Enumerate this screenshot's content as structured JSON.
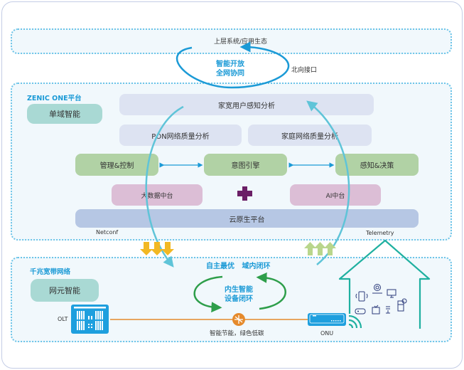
{
  "diagram": {
    "top_layer": {
      "label": "上层系统/应用生态"
    },
    "northbound": {
      "loop_text_line1": "智能开放",
      "loop_text_line2": "全网协同",
      "interface_label": "北向接口"
    },
    "platform": {
      "title": "ZENIC ONE平台",
      "badge": "单域智能",
      "analysis": {
        "user_perception": "家宽用户感知分析",
        "pon_quality": "PON网络质量分析",
        "home_quality": "家庭网络质量分析"
      },
      "engines": {
        "manage_control": "管理&控制",
        "intent_engine": "意图引擎",
        "perception_decision": "感知&决策"
      },
      "middle_platforms": {
        "big_data": "大数据中台",
        "ai": "AI中台"
      },
      "cloud_native": "云原生平台",
      "southbound_left": "Netconf",
      "southbound_right": "Telemetry"
    },
    "network": {
      "title": "千兆宽带网络",
      "badge": "网元智能",
      "loop_caption": "自主最优   域内闭环",
      "inner_loop_line1": "内生智能",
      "inner_loop_line2": "设备闭环",
      "olt_label": "OLT",
      "onu_label": "ONU",
      "energy_label": "智能节能，绿色低碳"
    },
    "colors": {
      "accent_blue": "#1b9ad6",
      "loop_cyan": "#5fc4d8",
      "down_arrow": "#f2b824",
      "up_arrow": "#b9d68c",
      "inner_loop": "#2e9e4a",
      "fiber": "#e58a2c",
      "plus": "#6b1f66",
      "house": "#1fb0a0"
    },
    "icons": [
      "olt-device-icon",
      "onu-device-icon",
      "energy-saving-icon",
      "wifi-signal-icon",
      "house-icon",
      "phone-icon",
      "camera-icon",
      "monitor-icon",
      "gamepad-icon",
      "tv-icon",
      "ap-icon",
      "fridge-icon",
      "plus-icon"
    ]
  }
}
